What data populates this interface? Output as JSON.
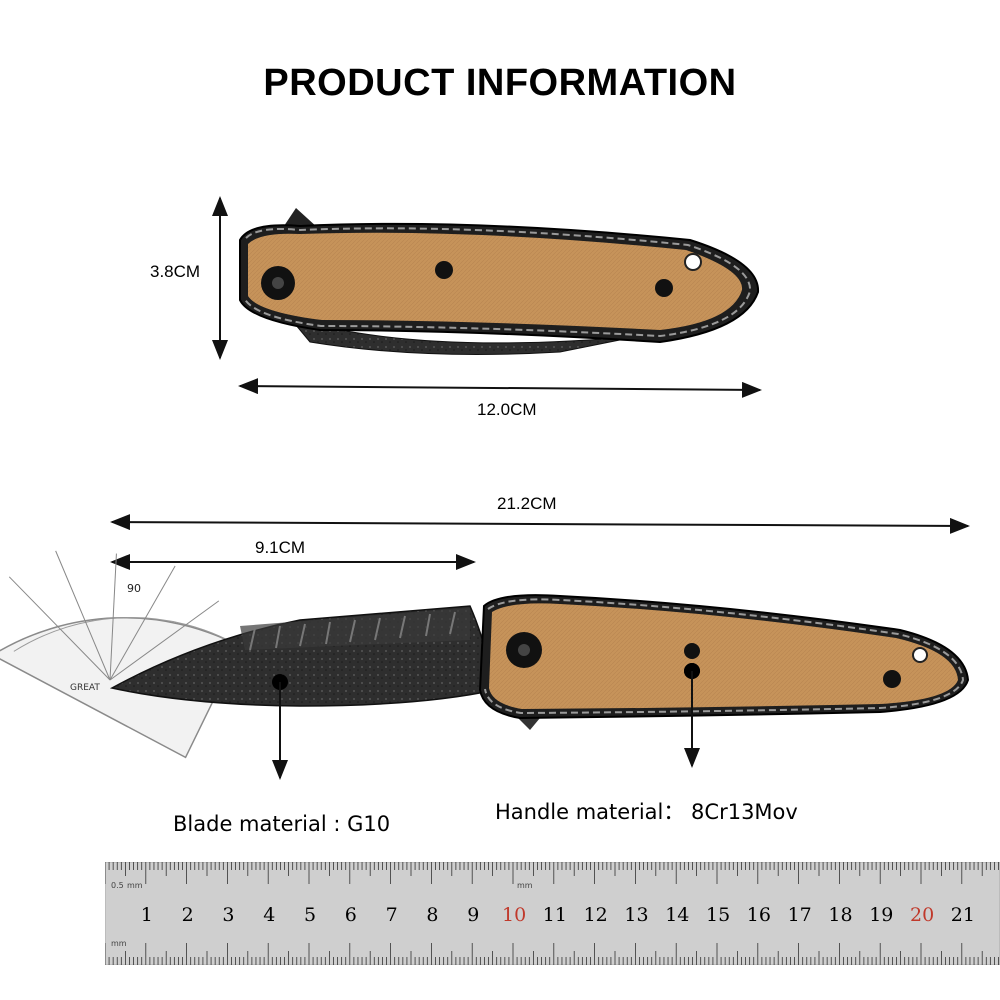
{
  "title": "PRODUCT INFORMATION",
  "dimensions": {
    "closed_height": "3.8CM",
    "closed_length": "12.0CM",
    "open_length": "21.2CM",
    "blade_length": "9.1CM"
  },
  "materials": {
    "blade": "Blade material : G10",
    "handle": "Handle material： 8Cr13Mov"
  },
  "protractor": {
    "label": "90",
    "brand": "GREAT"
  },
  "ruler": {
    "numbers": [
      "1",
      "2",
      "3",
      "4",
      "5",
      "6",
      "7",
      "8",
      "9",
      "10",
      "11",
      "12",
      "13",
      "14",
      "15",
      "16",
      "17",
      "18",
      "19",
      "20",
      "21"
    ],
    "unit": "mm",
    "highlight": [
      "10",
      "20"
    ]
  },
  "colors": {
    "handle": "#c6935a",
    "blade": "#2b2b2b",
    "ruler": "#cfcfcf",
    "highlight": "#c0392b"
  }
}
